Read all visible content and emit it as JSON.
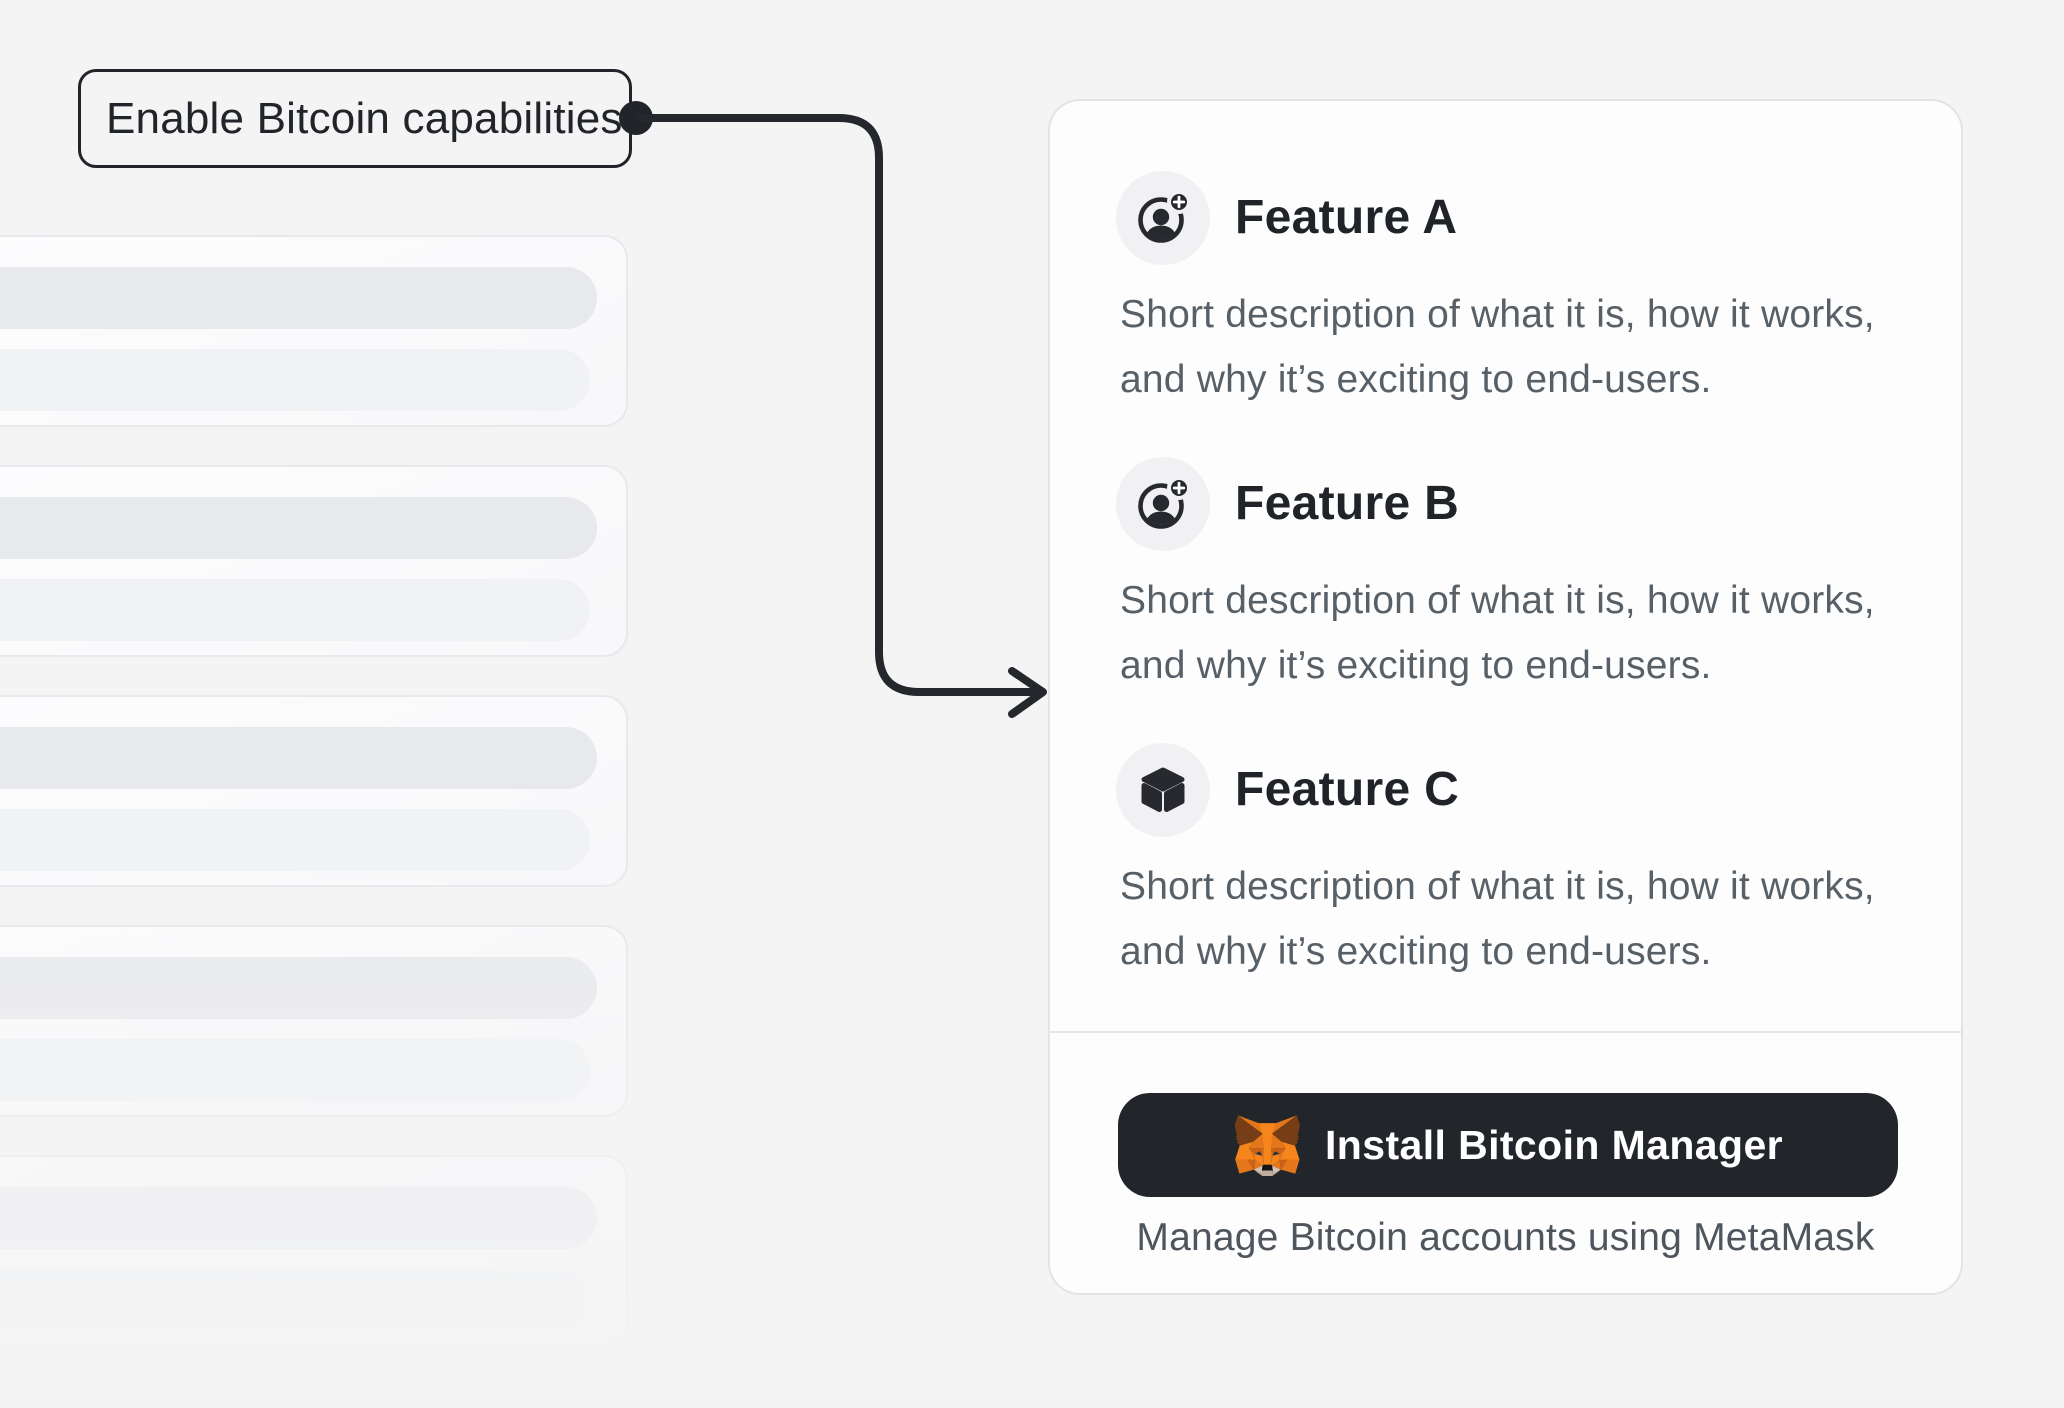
{
  "callout": {
    "label": "Enable Bitcoin capabilities"
  },
  "panel": {
    "features": [
      {
        "title": "Feature A",
        "icon": "user-plus-icon",
        "description": "Short description of what it is, how it works, and why it’s exciting to end-users."
      },
      {
        "title": "Feature B",
        "icon": "user-plus-icon",
        "description": "Short description of what it is, how it works, and why it’s exciting to end-users."
      },
      {
        "title": "Feature C",
        "icon": "cube-icon",
        "description": "Short description of what it is, how it works, and why it’s exciting to end-users."
      }
    ],
    "footer": {
      "button_label": "Install Bitcoin Manager",
      "button_icon": "metamask-fox-icon",
      "caption": "Manage Bitcoin accounts using MetaMask"
    }
  },
  "colors": {
    "background": "#f4f4f5",
    "ink": "#212429",
    "title": "#202428",
    "description": "#575f67",
    "caption": "#4e555d",
    "button_bg": "#222529",
    "card_border": "#e4e4e8",
    "icon_circle_bg": "#f1f1f3",
    "skeleton_bar_dark": "#e8e9ed",
    "skeleton_bar_light": "#f1f2f5",
    "fox_orange": "#f6851b"
  }
}
